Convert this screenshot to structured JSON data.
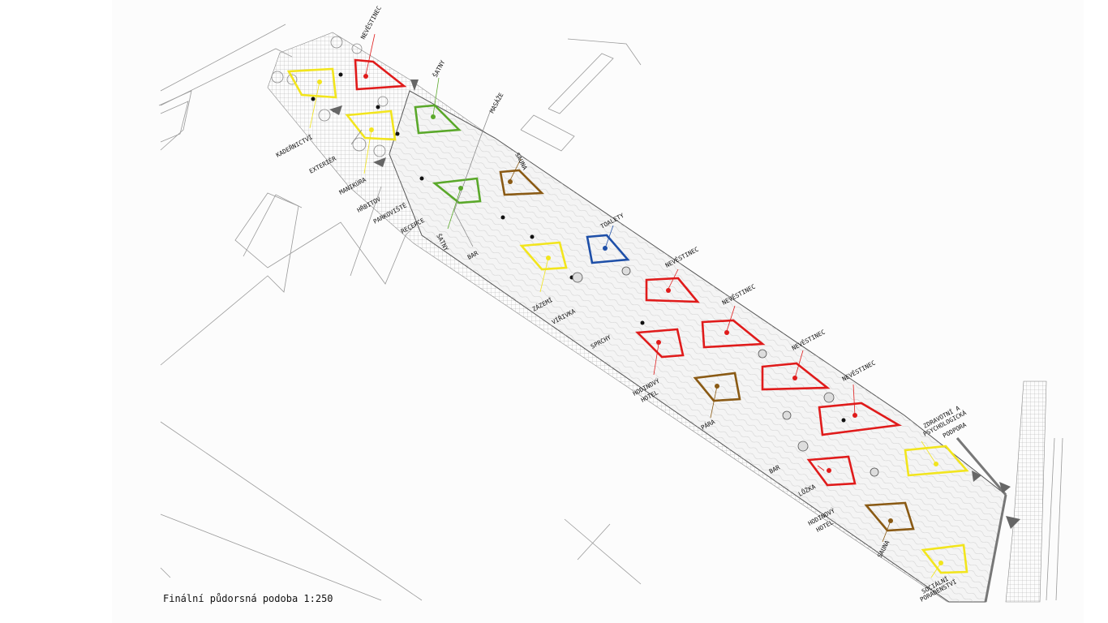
{
  "caption": "Finální půdorsná podoba 1:250",
  "legend_colors": {
    "red": "#e01b1b",
    "yellow": "#f2e51d",
    "green": "#5aa82a",
    "brown": "#8a5a14",
    "blue": "#1e4fa8",
    "line": "#8a8a8a"
  },
  "labels": {
    "nevestinec_1": "NEVĚSTINEC",
    "satny_1": "ŠATNY",
    "masaze": "MASÁŽE",
    "sauna_1": "SAUNA",
    "toalety": "TOALETY",
    "kadernictvi": "KADEŘNICTVÍ",
    "exterier": "EXTERIÉR",
    "manikura": "MANIKÚRA",
    "hrbitov": "HŘBITOV",
    "parkoviste": "PARKOVIŠTĚ",
    "recepce": "RECEPCE",
    "satny_2": "ŠATNY",
    "bar_1": "BAR",
    "zazemi": "ZÁZEMÍ",
    "virivka": "VÍŘIVKA",
    "sprchy": "SPRCHY",
    "nevestinec_2": "NEVĚSTINEC",
    "nevestinec_3": "NEVĚSTINEC",
    "nevestinec_4": "NEVĚSTINEC",
    "nevestinec_5": "NEVĚSTINEC",
    "hodinovy_hotel_1_a": "HODINOVÝ",
    "hodinovy_hotel_1_b": "HOTEL",
    "para": "PÁRA",
    "zdravotni_a": "ZDRAVOTNÍ A",
    "zdravotni_b": "PSYCHOLOGICKÁ",
    "zdravotni_c": "PODPORA",
    "bar_2": "BAR",
    "luzka": "LŮŽKA",
    "hodinovy_hotel_2_a": "HODINOVÝ",
    "hodinovy_hotel_2_b": "HOTEL",
    "sauna_2": "SAUNA",
    "socialni_a": "SOCIÁLNÍ",
    "socialni_b": "PORADENSTVÍ"
  }
}
